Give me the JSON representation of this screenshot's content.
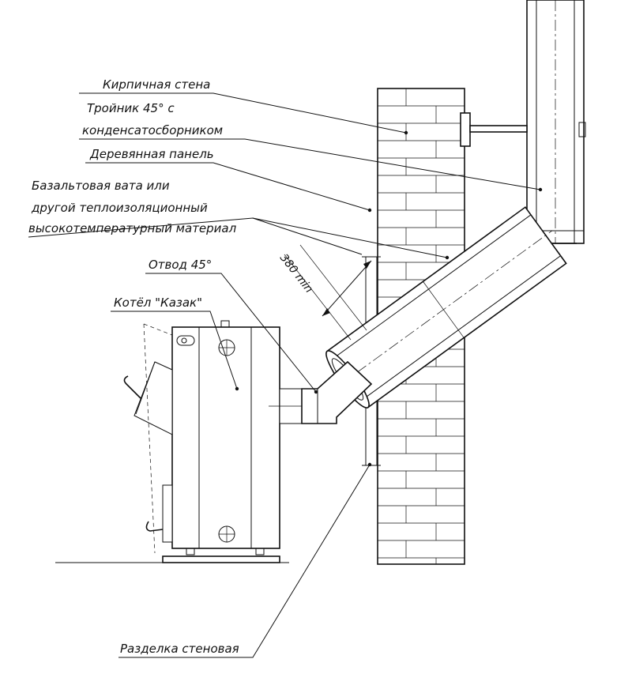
{
  "labels": {
    "brick_wall": "Кирпичная стена",
    "tee_line1": "Тройник 45° с",
    "tee_line2": "конденсатосборником",
    "wood_panel": "Деревянная панель",
    "insulation_line1": "Базальтовая вата или",
    "insulation_line2": "другой теплоизоляционный",
    "insulation_line3": "высокотемпературный материал",
    "elbow": "Отвод 45°",
    "boiler": "Котёл \"Казак\"",
    "wall_cut": "Разделка стеновая"
  },
  "dimension": {
    "clearance": "380 min"
  }
}
